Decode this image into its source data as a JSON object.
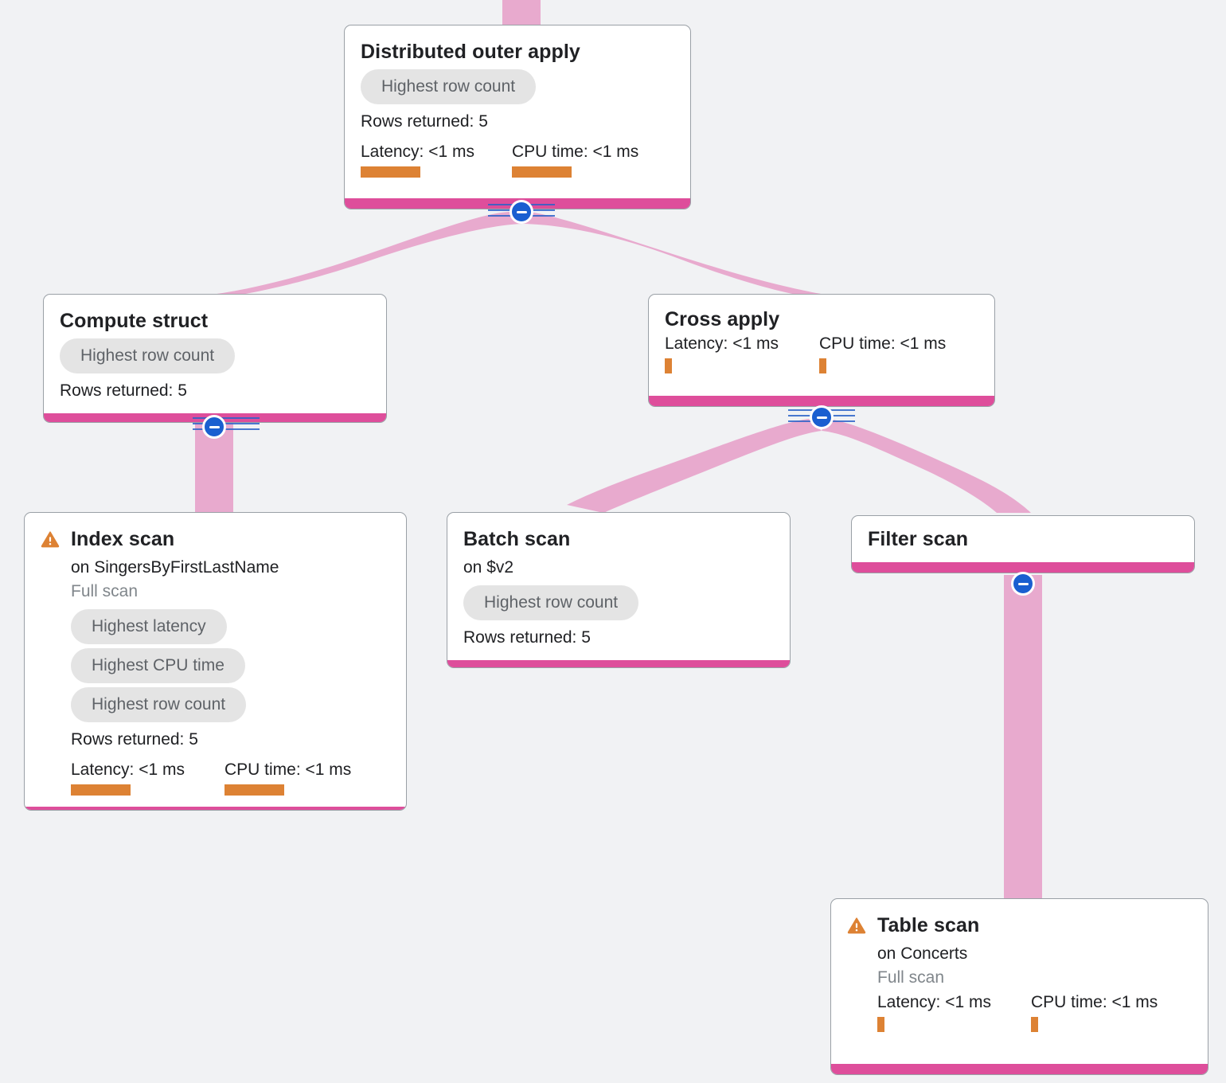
{
  "view": {
    "title": "Query execution plan",
    "background_color": "#f1f2f4",
    "node_footer_color": "#de4e9b",
    "edge_color": "#e8aace",
    "chip_bg_color": "#e4e4e4",
    "chip_text_color": "#5f6368",
    "metric_bar_color": "#dd8234",
    "toggle_color": "#1a5fd0",
    "warning_color": "#dd8234"
  },
  "labels": {
    "rows_prefix": "Rows returned: ",
    "latency_prefix": "Latency: ",
    "cpu_prefix": "CPU time: ",
    "on_prefix": "on "
  },
  "nodes": [
    {
      "id": "distributed-outer-apply",
      "title": "Distributed outer apply",
      "warning": false,
      "target": null,
      "scan_note": null,
      "chips": [
        "Highest row count"
      ],
      "rows_returned": "Rows returned: 5",
      "metrics": [
        {
          "label": "Latency: <1 ms",
          "bar": "wide"
        },
        {
          "label": "CPU time: <1 ms",
          "bar": "wide"
        }
      ],
      "has_toggle": true,
      "toggle_state": "expanded",
      "toggle_lines": true
    },
    {
      "id": "compute-struct",
      "title": "Compute struct",
      "warning": false,
      "target": null,
      "scan_note": null,
      "chips": [
        "Highest row count"
      ],
      "rows_returned": "Rows returned: 5",
      "metrics": [],
      "has_toggle": true,
      "toggle_state": "expanded",
      "toggle_lines": true
    },
    {
      "id": "cross-apply",
      "title": "Cross apply",
      "warning": false,
      "target": null,
      "scan_note": null,
      "chips": [],
      "rows_returned": null,
      "metrics": [
        {
          "label": "Latency: <1 ms",
          "bar": "narrow"
        },
        {
          "label": "CPU time: <1 ms",
          "bar": "narrow"
        }
      ],
      "has_toggle": true,
      "toggle_state": "expanded",
      "toggle_lines": true
    },
    {
      "id": "index-scan",
      "title": "Index scan",
      "warning": true,
      "target": "on SingersByFirstLastName",
      "scan_note": "Full scan",
      "chips": [
        "Highest latency",
        "Highest CPU time",
        "Highest row count"
      ],
      "rows_returned": "Rows returned: 5",
      "metrics": [
        {
          "label": "Latency: <1 ms",
          "bar": "wide"
        },
        {
          "label": "CPU time: <1 ms",
          "bar": "wide"
        }
      ],
      "has_toggle": false,
      "toggle_state": null,
      "toggle_lines": false
    },
    {
      "id": "batch-scan",
      "title": "Batch scan",
      "warning": false,
      "target": "on $v2",
      "scan_note": null,
      "chips": [
        "Highest row count"
      ],
      "rows_returned": "Rows returned: 5",
      "metrics": [],
      "has_toggle": false,
      "toggle_state": null,
      "toggle_lines": false
    },
    {
      "id": "filter-scan",
      "title": "Filter scan",
      "warning": false,
      "target": null,
      "scan_note": null,
      "chips": [],
      "rows_returned": null,
      "metrics": [],
      "has_toggle": true,
      "toggle_state": "expanded",
      "toggle_lines": false
    },
    {
      "id": "table-scan",
      "title": "Table scan",
      "warning": true,
      "target": "on Concerts",
      "scan_note": "Full scan",
      "chips": [],
      "rows_returned": null,
      "metrics": [
        {
          "label": "Latency: <1 ms",
          "bar": "narrow"
        },
        {
          "label": "CPU time: <1 ms",
          "bar": "narrow"
        }
      ],
      "has_toggle": false,
      "toggle_state": null,
      "toggle_lines": false
    }
  ],
  "edges": [
    {
      "from": "input",
      "to": "distributed-outer-apply"
    },
    {
      "from": "distributed-outer-apply",
      "to": "compute-struct"
    },
    {
      "from": "distributed-outer-apply",
      "to": "cross-apply"
    },
    {
      "from": "compute-struct",
      "to": "index-scan"
    },
    {
      "from": "cross-apply",
      "to": "batch-scan"
    },
    {
      "from": "cross-apply",
      "to": "filter-scan"
    },
    {
      "from": "filter-scan",
      "to": "table-scan"
    }
  ]
}
